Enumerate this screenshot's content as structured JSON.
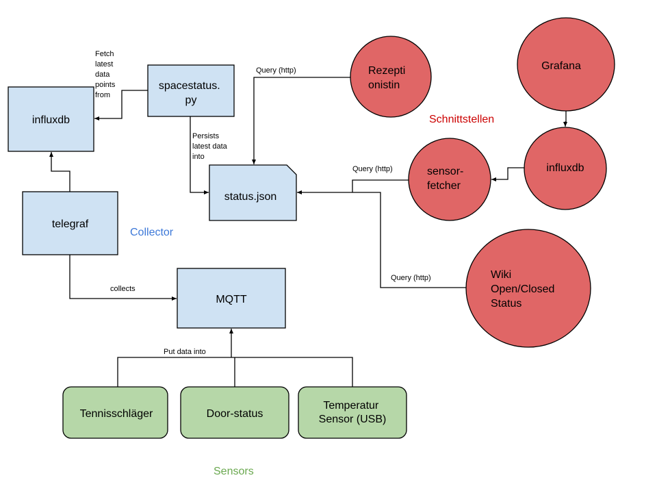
{
  "colors": {
    "box_fill": "#cfe2f3",
    "sensor_fill": "#b6d7a8",
    "interface_fill": "#e06666",
    "stroke": "#000000",
    "collector_label": "#3c78d8",
    "interface_label": "#cc0000",
    "sensors_label": "#6aa84f"
  },
  "groups": {
    "collector": "Collector",
    "interfaces": "Schnittstellen",
    "sensors": "Sensors"
  },
  "nodes": {
    "influxdb_box": {
      "lines": [
        "influxdb"
      ],
      "shape": "rectangle"
    },
    "spacestatus": {
      "lines": [
        "spacestatus.",
        "py"
      ],
      "shape": "rectangle"
    },
    "status_json": {
      "lines": [
        "status.json"
      ],
      "shape": "document"
    },
    "telegraf": {
      "lines": [
        "telegraf"
      ],
      "shape": "rectangle"
    },
    "mqtt": {
      "lines": [
        "MQTT"
      ],
      "shape": "rectangle"
    },
    "tennisschlaeger": {
      "lines": [
        "Tennisschläger"
      ],
      "shape": "rounded-rectangle"
    },
    "door_status": {
      "lines": [
        "Door-status"
      ],
      "shape": "rounded-rectangle"
    },
    "temperatur": {
      "lines": [
        "Temperatur",
        "Sensor (USB)"
      ],
      "shape": "rounded-rectangle"
    },
    "rezeptionistin": {
      "lines": [
        "Rezepti",
        "onistin"
      ],
      "shape": "circle"
    },
    "grafana": {
      "lines": [
        "Grafana"
      ],
      "shape": "circle"
    },
    "influxdb_circle": {
      "lines": [
        "influxdb"
      ],
      "shape": "circle"
    },
    "sensor_fetcher": {
      "lines": [
        "sensor-",
        "fetcher"
      ],
      "shape": "circle"
    },
    "wiki": {
      "lines": [
        "Wiki",
        "Open/Closed",
        "Status"
      ],
      "shape": "circle"
    }
  },
  "edges": {
    "fetch": {
      "from": "spacestatus",
      "to": "influxdb_box",
      "label_lines": [
        "Fetch",
        "latest",
        "data",
        "points",
        "from"
      ]
    },
    "persist": {
      "from": "spacestatus",
      "to": "status_json",
      "label_lines": [
        "Persists",
        "latest data",
        "into"
      ]
    },
    "telegraf_influx": {
      "from": "telegraf",
      "to": "influxdb_box",
      "label_lines": []
    },
    "collects": {
      "from": "telegraf",
      "to": "mqtt",
      "label_lines": [
        "collects"
      ]
    },
    "put_data": {
      "from": "sensors",
      "to": "mqtt",
      "label_lines": [
        "Put data into"
      ]
    },
    "query_rezeption": {
      "from": "rezeptionistin",
      "to": "status_json",
      "label_lines": [
        "Query (http)"
      ]
    },
    "query_fetcher": {
      "from": "sensor_fetcher",
      "to": "status_json",
      "label_lines": [
        "Query (http)"
      ]
    },
    "query_wiki": {
      "from": "wiki",
      "to": "status_json",
      "label_lines": [
        "Query (http)"
      ]
    },
    "grafana_influx": {
      "from": "grafana",
      "to": "influxdb_circle",
      "label_lines": []
    },
    "influx_fetcher": {
      "from": "influxdb_circle",
      "to": "sensor_fetcher",
      "label_lines": []
    }
  }
}
